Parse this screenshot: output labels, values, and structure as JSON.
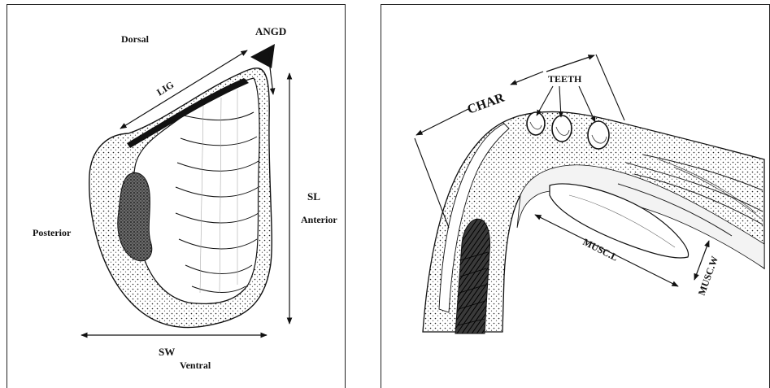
{
  "left_panel": {
    "labels": {
      "dorsal": "Dorsal",
      "angd": "ANGD",
      "lig": "LIG",
      "sl": "SL",
      "anterior": "Anterior",
      "posterior": "Posterior",
      "sw": "SW",
      "ventral": "Ventral"
    }
  },
  "right_panel": {
    "labels": {
      "char": "CHAR",
      "teeth": "TEETH",
      "musc_l": "MUSC.L",
      "musc_w": "MUSC.W"
    }
  }
}
